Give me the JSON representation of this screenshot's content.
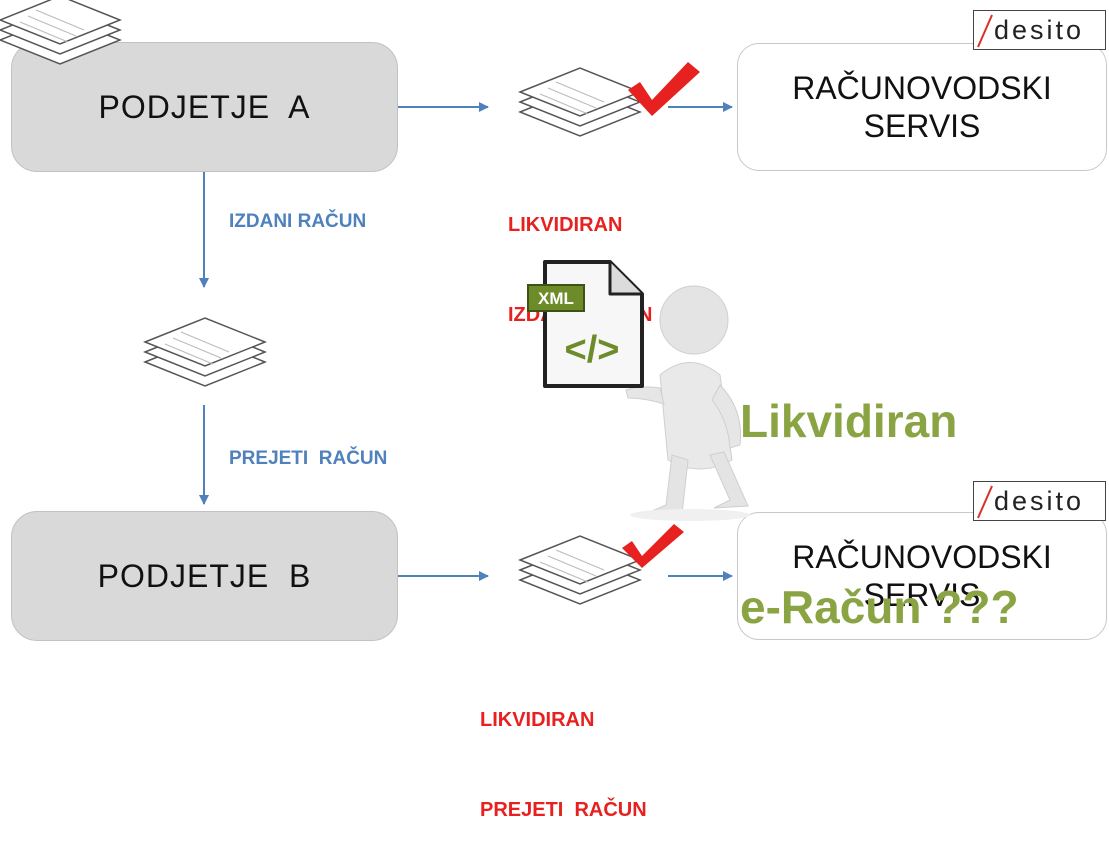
{
  "company_a": "PODJETJE  A",
  "company_b": "PODJETJE  B",
  "service": {
    "line1": "RAČUNOVODSKI",
    "line2": "SERVIS"
  },
  "logo_text": "desito",
  "flow_labels": {
    "issued": "IZDANI RAČUN",
    "received": "PREJETI  RAČUN"
  },
  "status_top": {
    "line1": "LIKVIDIRAN",
    "line2": "IZDANI RAČUN"
  },
  "status_bottom": {
    "line1": "LIKVIDIRAN",
    "line2": "PREJETI  RAČUN"
  },
  "question": {
    "line1": "Likvidiran",
    "line2": "e-Račun ???"
  },
  "xml_badge": "XML",
  "xml_code": "</>",
  "colors": {
    "arrow": "#4f81bd",
    "status_red": "#e6211f",
    "question_green": "#8aa444",
    "box_gray": "#d9d9d9"
  },
  "icons": [
    "document-stack-icon",
    "red-checkmark-icon",
    "xml-file-icon",
    "person-figure-icon",
    "desito-logo"
  ]
}
